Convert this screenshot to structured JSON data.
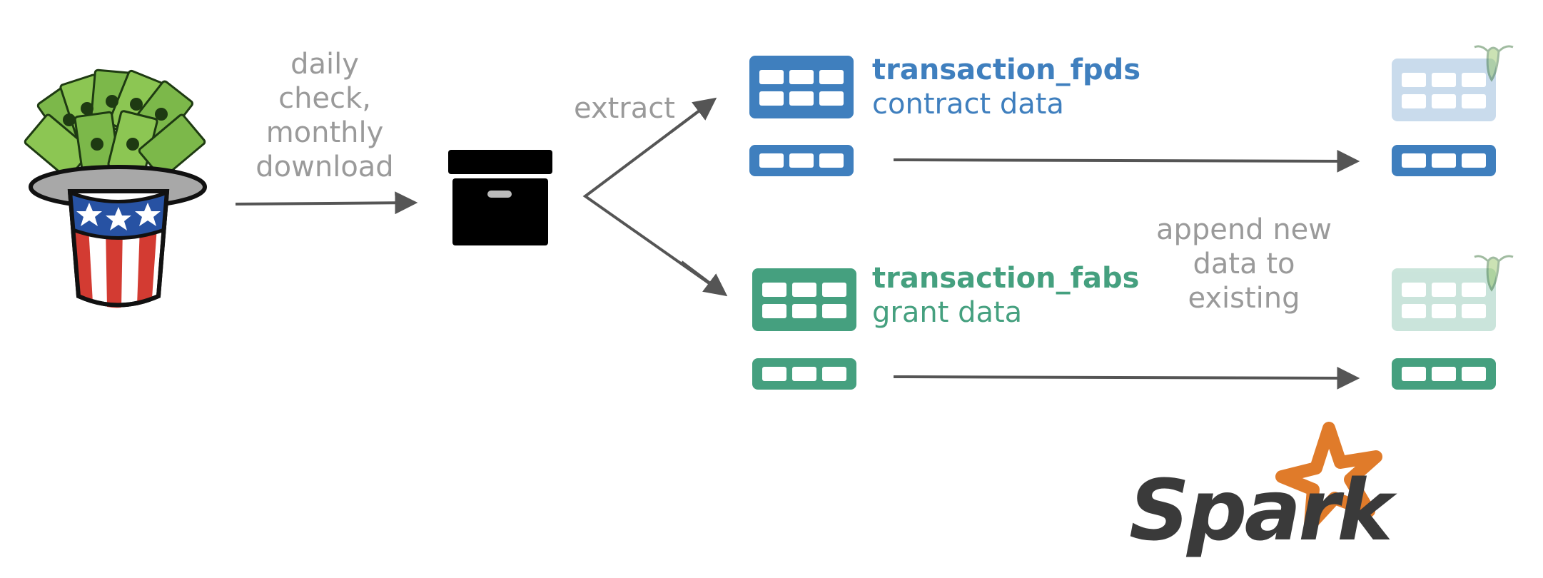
{
  "labels": {
    "download": [
      "daily",
      "check,",
      "monthly",
      "download"
    ],
    "extract": "extract",
    "append": [
      "append new",
      "data to",
      "existing"
    ]
  },
  "tables": {
    "fpds": {
      "name": "transaction_fpds",
      "desc": "contract data",
      "color": "#3f7fbe"
    },
    "fabs": {
      "name": "transaction_fabs",
      "desc": "grant data",
      "color": "#45a07f"
    }
  },
  "logos": {
    "spark": "Spark",
    "spark_star_color": "#e07b2a"
  },
  "icons": [
    "uncle-sam-hat-money-icon",
    "archive-box-icon",
    "table-icon",
    "cockroach-icon",
    "spark-star-icon"
  ],
  "colors": {
    "arrow": "#555555",
    "label": "#9a9a9a"
  }
}
